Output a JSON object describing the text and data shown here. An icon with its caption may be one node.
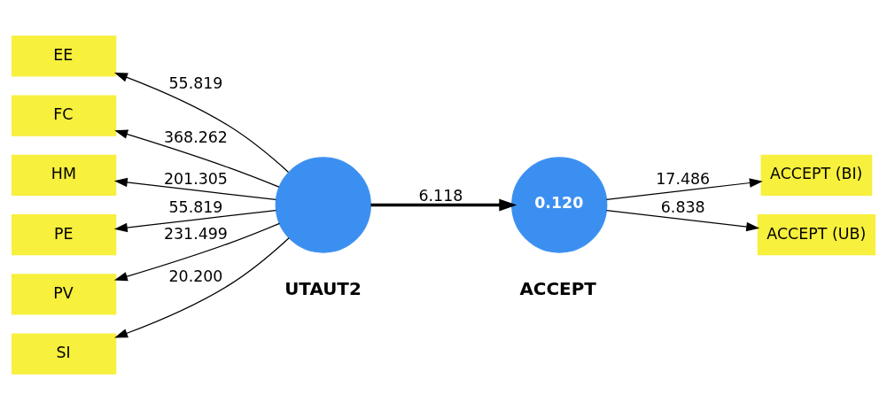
{
  "diagram": {
    "nodes": [
      {
        "text": [
          "EE"
        ]
      },
      {
        "text": [
          "FC"
        ]
      },
      {
        "text": [
          "HM"
        ]
      },
      {
        "text": [
          "PE"
        ]
      },
      {
        "text": [
          "PV"
        ]
      },
      {
        "text": [
          "SI"
        ]
      },
      {
        "text": [],
        "shape": "circle",
        "beside": [
          "UTAUT2"
        ]
      },
      {
        "text": [
          "0.120"
        ],
        "beside": [
          "ACCEPT"
        ]
      },
      {
        "text": [
          "ACCEPT (BI)"
        ]
      },
      {
        "text": [
          "ACCEPT (UB)"
        ]
      }
    ],
    "edges": [
      {
        "from": 6,
        "to": 0,
        "arrow": "to",
        "label": "55.819"
      },
      {
        "from": 6,
        "to": 1,
        "arrow": "to",
        "label": "368.262"
      },
      {
        "from": 6,
        "to": 2,
        "arrow": "to",
        "label": "201.305"
      },
      {
        "from": 6,
        "to": 3,
        "arrow": "to",
        "label": "55.819"
      },
      {
        "from": 6,
        "to": 4,
        "arrow": "to",
        "label": "231.499"
      },
      {
        "from": 6,
        "to": 5,
        "arrow": "to",
        "label": "20.200"
      },
      {
        "from": 6,
        "to": 7,
        "arrow": "to",
        "label": "6.118",
        "style": "thick"
      },
      {
        "from": 7,
        "to": 8,
        "arrow": "to",
        "label": "17.486"
      },
      {
        "from": 7,
        "to": 9,
        "arrow": "to",
        "label": "6.838"
      }
    ]
  }
}
